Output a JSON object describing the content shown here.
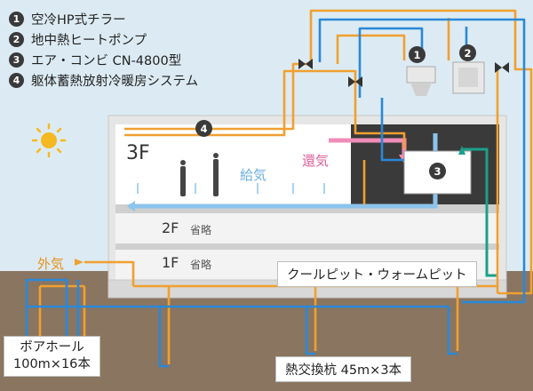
{
  "legend": [
    {
      "num": "1",
      "text": "空冷HP式チラー"
    },
    {
      "num": "2",
      "text": "地中熱ヒートポンプ"
    },
    {
      "num": "3",
      "text": "エア・コンビ CN-4800型"
    },
    {
      "num": "4",
      "text": "躯体蓄熱放射冷暖房システム"
    }
  ],
  "floors": {
    "f3": "3F",
    "f2": "2F",
    "f2_note": "省略",
    "f1": "1F",
    "f1_note": "省略"
  },
  "labels": {
    "supply_air": "給気",
    "return_air": "還気",
    "outside_air": "外気",
    "cool_pit": "クールピット・ウォームピット",
    "borehole": "ボアホール\n100m×16本",
    "heat_pile": "熱交換杭 45m×3本"
  },
  "callouts": [
    "1",
    "2",
    "3",
    "4"
  ],
  "colors": {
    "sky": "#dcebf3",
    "ground": "#8a7560",
    "orange_pipe": "#f0a030",
    "blue_pipe": "#2a88d8",
    "teal_pipe": "#1aa08a",
    "pink_air": "#f08cb8",
    "light_blue_air": "#8cc4ec",
    "building": "#e6e6e6",
    "dark_room": "#3a3a3a",
    "sun": "#f5b820"
  }
}
